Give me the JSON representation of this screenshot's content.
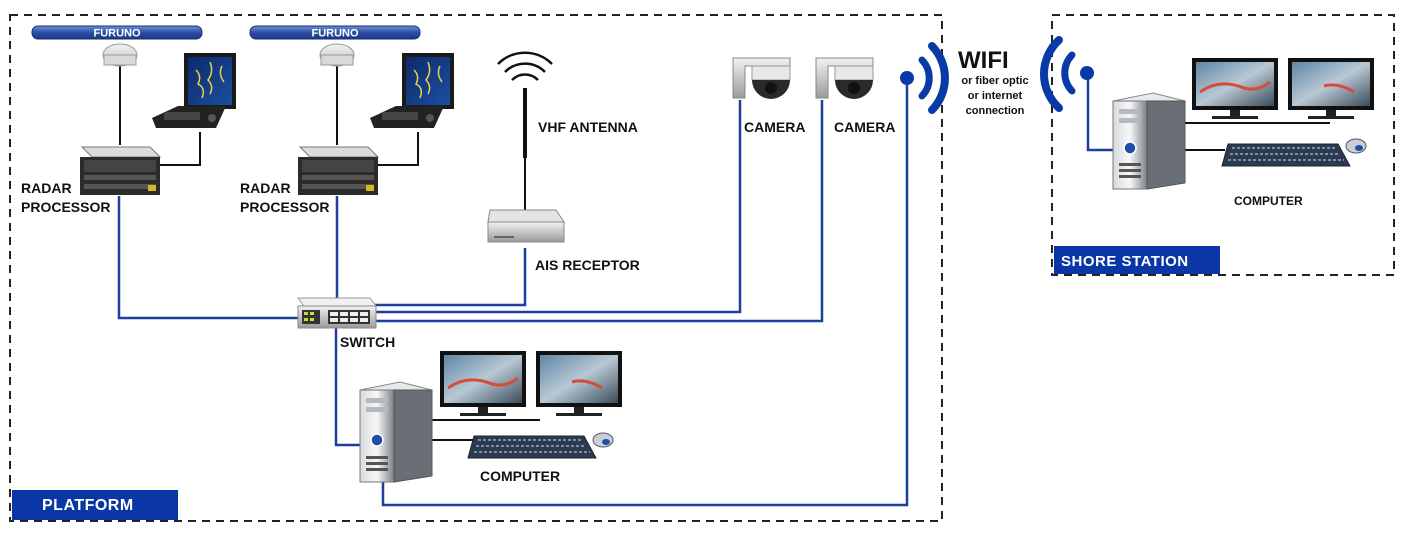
{
  "colors": {
    "link": "#1f3f9e",
    "wifi": "#0a3aa8",
    "badge": "#0a36a6",
    "border": "#222222"
  },
  "platform": {
    "badge": "PLATFORM"
  },
  "shore": {
    "badge": "SHORE STATION",
    "computer_label": "COMPUTER"
  },
  "radars": [
    {
      "brand": "FURUNO",
      "label_line1": "RADAR",
      "label_line2": "PROCESSOR"
    },
    {
      "brand": "FURUNO",
      "label_line1": "RADAR",
      "label_line2": "PROCESSOR"
    }
  ],
  "vhf_label": "VHF ANTENNA",
  "ais_label": "AIS RECEPTOR",
  "cameras": [
    {
      "label": "CAMERA"
    },
    {
      "label": "CAMERA"
    }
  ],
  "switch_label": "SWITCH",
  "computer_label": "COMPUTER",
  "wifi": {
    "title": "WIFI",
    "line1": "or fiber optic",
    "line2": "or internet",
    "line3": "connection"
  },
  "icons": [
    "radar-antenna-icon",
    "radar-display-icon",
    "radar-processor-icon",
    "vhf-antenna-icon",
    "ais-receptor-icon",
    "dome-camera-icon",
    "network-switch-icon",
    "computer-tower-icon",
    "monitor-icon",
    "keyboard-icon",
    "mouse-icon",
    "wifi-signal-icon"
  ]
}
